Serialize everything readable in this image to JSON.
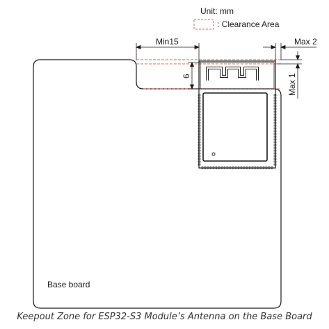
{
  "legend": {
    "unit": "Unit: mm",
    "clearance": ": Clearance Area"
  },
  "dimensions": {
    "min_label": "Min15",
    "max_top_label": "Max 2",
    "max_side_label": "Max 1",
    "antenna_height": "6"
  },
  "labels": {
    "base_board": "Base board"
  },
  "caption": "Keepout Zone for ESP32-S3 Module’s Antenna on the Base Board",
  "colors": {
    "line": "#1a1a1a",
    "clearance": "#e06060",
    "caption": "#333333"
  }
}
